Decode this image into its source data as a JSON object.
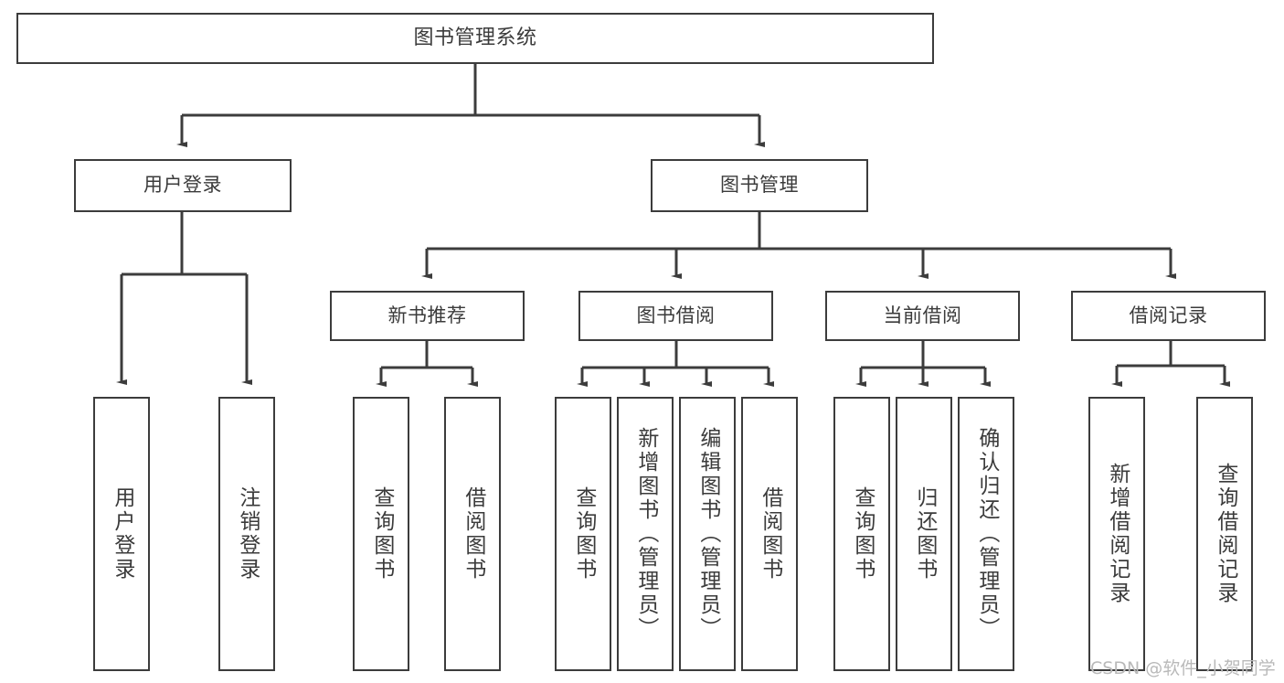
{
  "diagram": {
    "title": "图书管理系统",
    "type": "tree-hierarchy",
    "stroke_color": "#3c3c3c",
    "text_color": "#3b3b3b",
    "background_color": "#ffffff"
  },
  "root": {
    "label": "图书管理系统"
  },
  "level2": [
    {
      "label": "用户登录"
    },
    {
      "label": "图书管理"
    }
  ],
  "level3": [
    {
      "label": "新书推荐"
    },
    {
      "label": "图书借阅"
    },
    {
      "label": "当前借阅"
    },
    {
      "label": "借阅记录"
    }
  ],
  "leaves": {
    "user_login": [
      {
        "label": "用户登录"
      },
      {
        "label": "注销登录"
      }
    ],
    "new_book": [
      {
        "label": "查询图书"
      },
      {
        "label": "借阅图书"
      }
    ],
    "book_borrow": [
      {
        "label": "查询图书"
      },
      {
        "label": "新增图书（管理员）"
      },
      {
        "label": "编辑图书（管理员）"
      },
      {
        "label": "借阅图书"
      }
    ],
    "current_borrow": [
      {
        "label": "查询图书"
      },
      {
        "label": "归还图书"
      },
      {
        "label": "确认归还（管理员）"
      }
    ],
    "borrow_record": [
      {
        "label": "新增借阅记录"
      },
      {
        "label": "查询借阅记录"
      }
    ]
  },
  "watermark": {
    "text": "CSDN @软件_小贺同学"
  }
}
